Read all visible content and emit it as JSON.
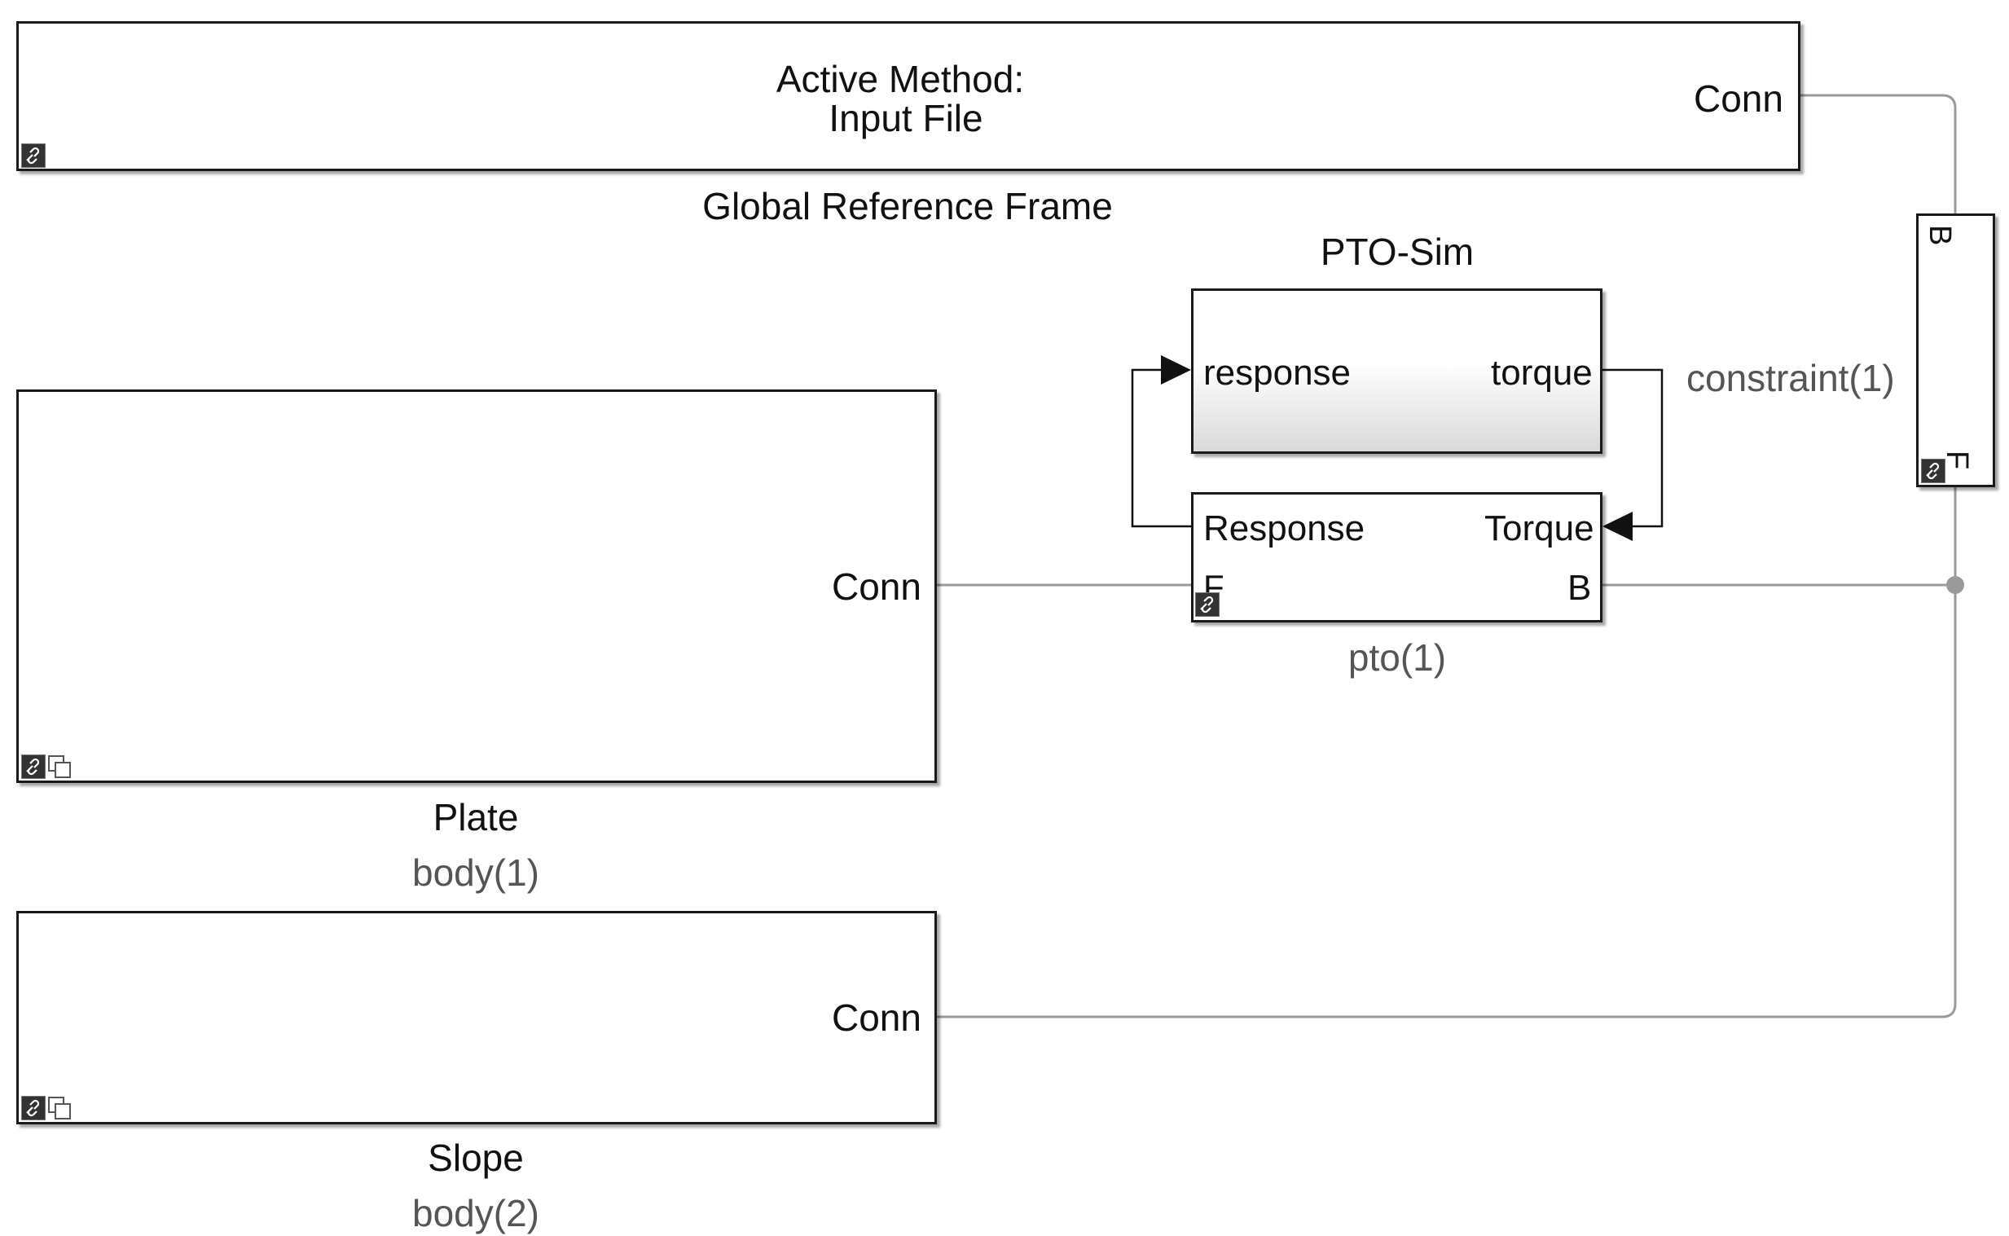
{
  "global_ref": {
    "text_line1": "Active Method:",
    "text_line2": "Input File",
    "port": "Conn",
    "name": "Global Reference Frame"
  },
  "pto_sim": {
    "name": "PTO-Sim",
    "in_port": "response",
    "out_port": "torque"
  },
  "pto": {
    "name": "pto(1)",
    "in_left": "Response",
    "in_right": "Torque",
    "port_f": "F",
    "port_b": "B"
  },
  "constraint": {
    "name": "constraint(1)",
    "port_b": "B",
    "port_f": "F"
  },
  "plate": {
    "port": "Conn",
    "name": "Plate",
    "instance": "body(1)"
  },
  "slope": {
    "port": "Conn",
    "name": "Slope",
    "instance": "body(2)"
  },
  "icons": [
    "library-link-icon",
    "variant-copy-icon",
    "signal-arrow-icon",
    "branch-junction-icon"
  ],
  "colors": {
    "block_border": "#1a1a1a",
    "physical_line": "#9a9a9a",
    "signal_line": "#111111",
    "instance_label": "#555555"
  }
}
